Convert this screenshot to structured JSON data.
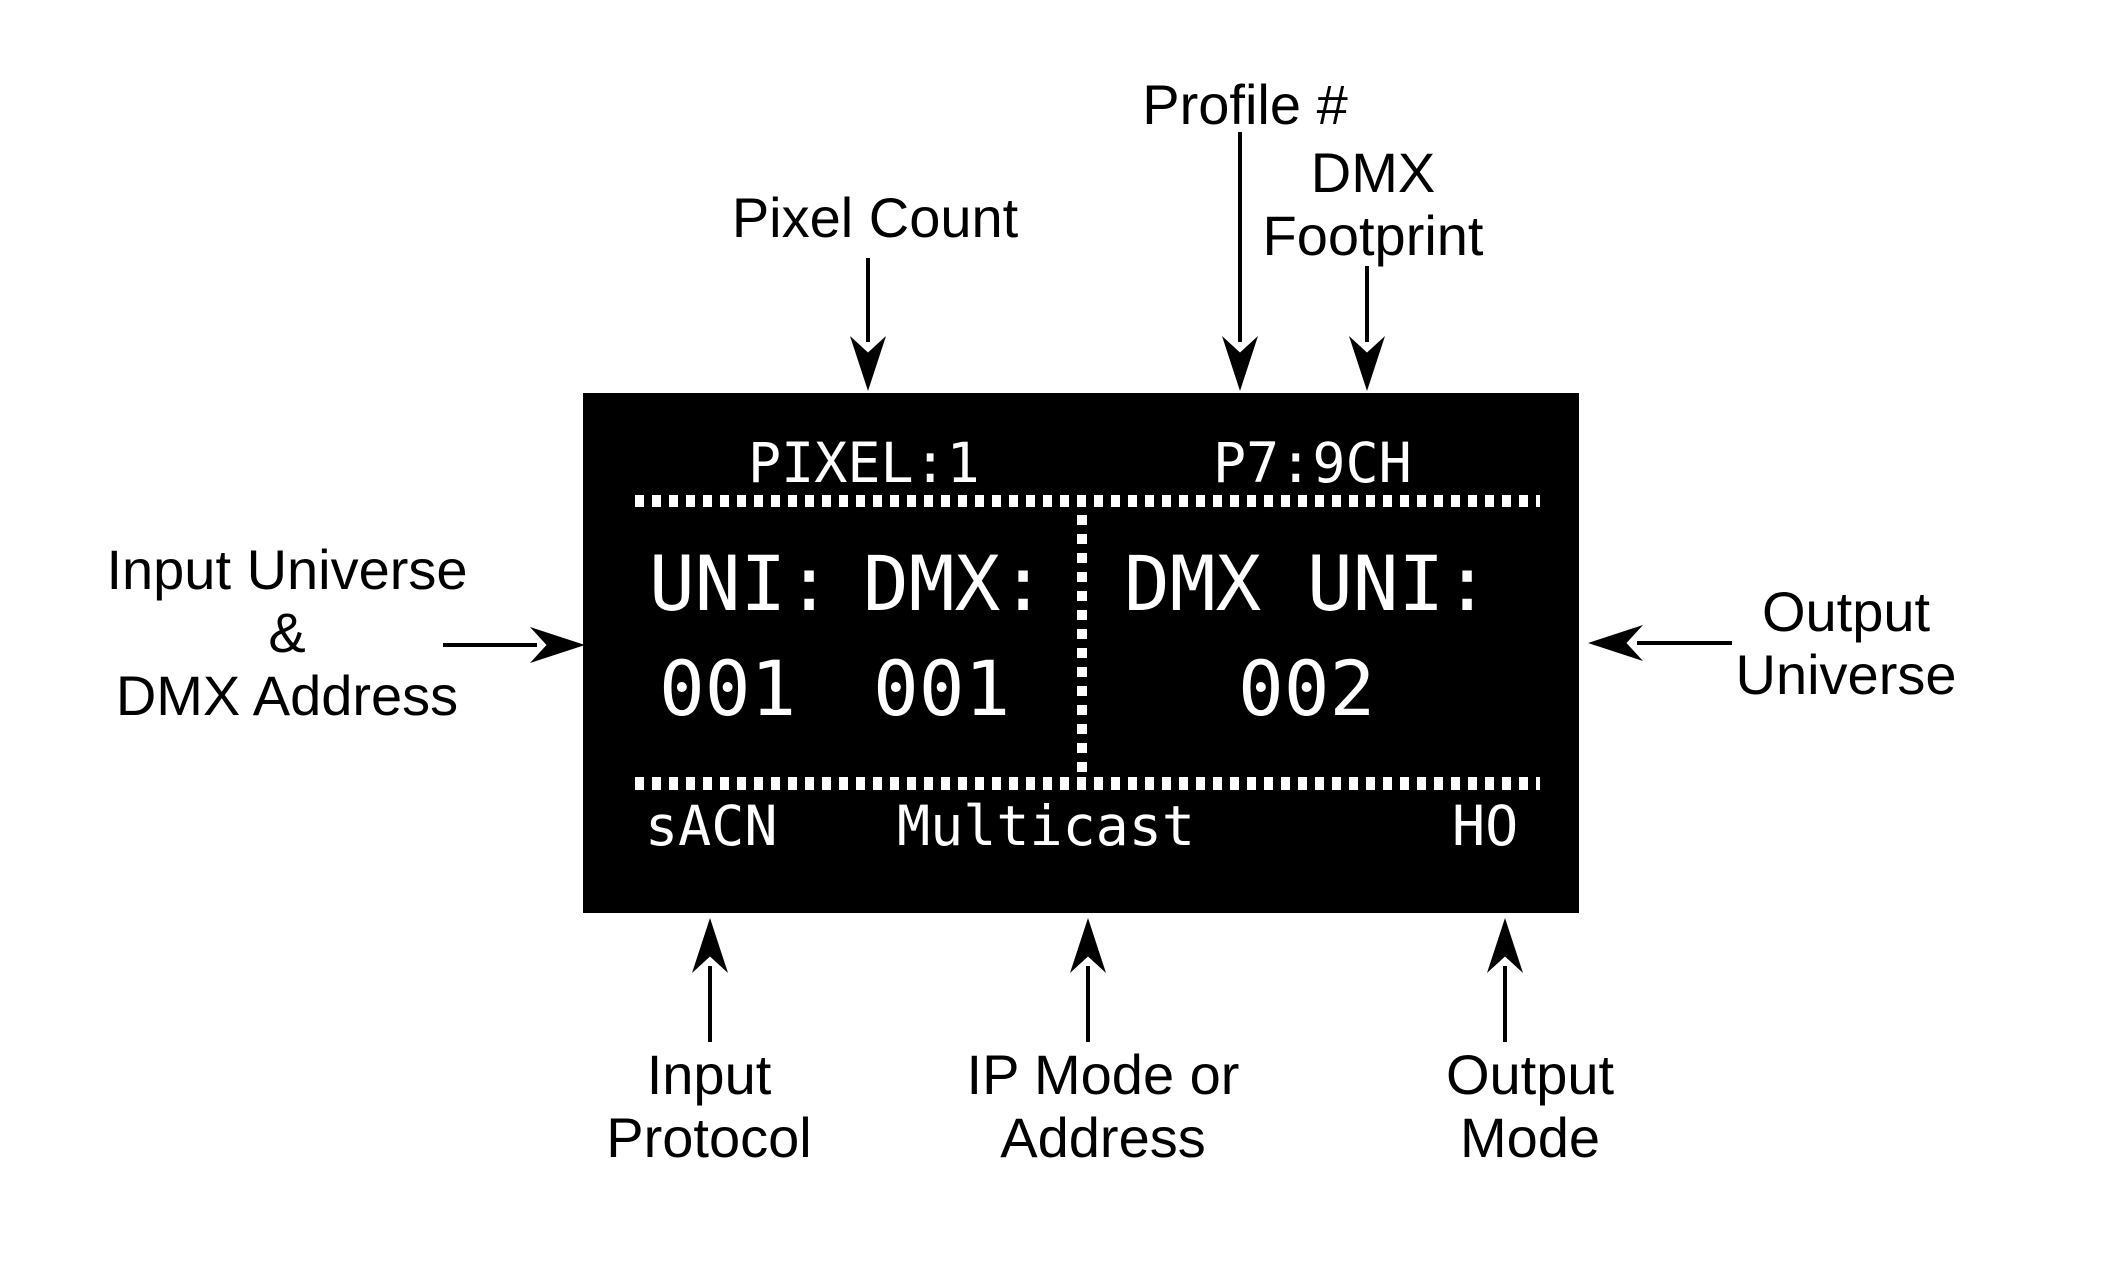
{
  "lcd_screen": {
    "pixel_count_value": "PIXEL:1",
    "profile_value": "P7:9CH",
    "input_uni_label": "UNI:",
    "input_dmx_label": "DMX:",
    "input_uni_value": "001",
    "input_dmx_value": "001",
    "output_uni_label": "DMX UNI:",
    "output_uni_value": "002",
    "input_protocol": "sACN",
    "ip_mode": "Multicast",
    "output_mode": "HO"
  },
  "callouts": {
    "pixel_count": {
      "line1": "Pixel Count"
    },
    "profile_number": {
      "line1": "Profile #"
    },
    "dmx_footprint": {
      "line1": "DMX",
      "line2": "Footprint"
    },
    "input_universe": {
      "line1": "Input Universe",
      "line2": "&",
      "line3": "DMX Address"
    },
    "output_universe": {
      "line1": "Output",
      "line2": "Universe"
    },
    "input_protocol": {
      "line1": "Input",
      "line2": "Protocol"
    },
    "ip_mode": {
      "line1": "IP Mode or",
      "line2": "Address"
    },
    "output_mode": {
      "line1": "Output",
      "line2": "Mode"
    }
  },
  "colors": {
    "page_background": "#ffffff",
    "screen_background": "#000000",
    "screen_text": "#ffffff",
    "callout_text": "#000000",
    "arrow_color": "#000000"
  }
}
